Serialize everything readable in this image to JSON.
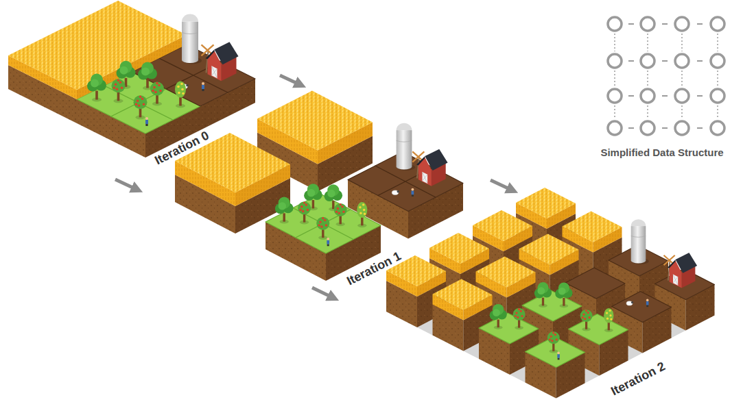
{
  "diagram": {
    "labels": [
      "Iteration 0",
      "Iteration 1",
      "Iteration 2",
      "Simplified Data Structure"
    ]
  }
}
